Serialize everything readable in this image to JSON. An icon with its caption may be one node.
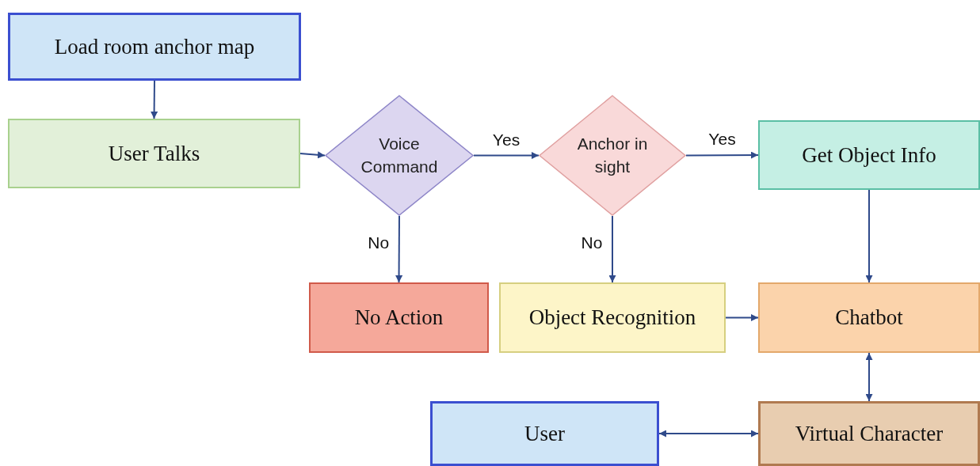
{
  "diagram": {
    "nodes": [
      {
        "text": [
          "Load room anchor map"
        ]
      },
      {
        "text": [
          "User Talks"
        ]
      },
      {
        "text": [
          "Voice Command"
        ]
      },
      {
        "text": [
          "Anchor in sight"
        ]
      },
      {
        "text": [
          "Get Object Info"
        ]
      },
      {
        "text": [
          "No Action"
        ]
      },
      {
        "text": [
          "Object Recognition"
        ]
      },
      {
        "text": [
          "Chatbot"
        ]
      },
      {
        "text": [
          "User"
        ]
      },
      {
        "text": [
          "Virtual Character"
        ]
      }
    ],
    "edges": [
      {
        "from": 0,
        "to": 1,
        "arrow": "to"
      },
      {
        "from": 1,
        "to": 2,
        "arrow": "to"
      },
      {
        "from": 2,
        "to": 3,
        "arrow": "to",
        "label": "Yes"
      },
      {
        "from": 3,
        "to": 4,
        "arrow": "to",
        "label": "Yes"
      },
      {
        "from": 2,
        "to": 5,
        "arrow": "to",
        "label": "No"
      },
      {
        "from": 3,
        "to": 6,
        "arrow": "to",
        "label": "No"
      },
      {
        "from": 6,
        "to": 7,
        "arrow": "to"
      },
      {
        "from": 4,
        "to": 7,
        "arrow": "to"
      },
      {
        "from": 7,
        "to": 9,
        "arrow": "both"
      },
      {
        "from": 8,
        "to": 9,
        "arrow": "both"
      }
    ]
  }
}
